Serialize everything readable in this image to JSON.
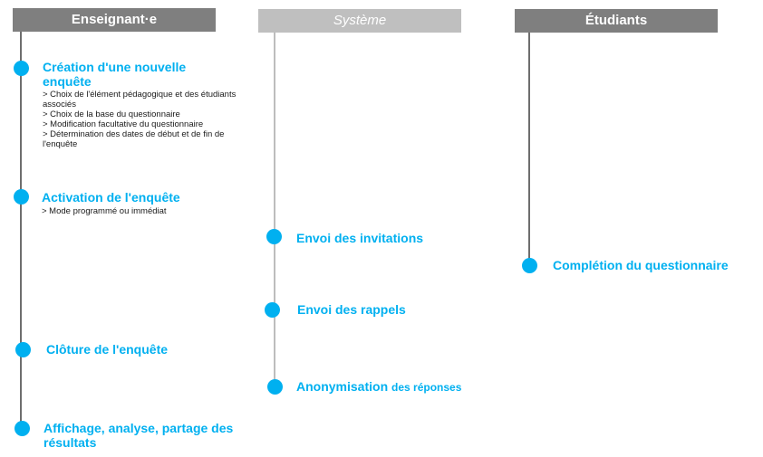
{
  "lanes": {
    "teacher": "Enseignant·e",
    "system": "Système",
    "students": "Étudiants"
  },
  "teacher_steps": [
    {
      "title": "Création d'une nouvelle enquête",
      "details": [
        "> Choix de l'élément pédagogique et des étudiants associés",
        "> Choix de la base du questionnaire",
        "> Modification facultative du questionnaire",
        "> Détermination des dates de début et de fin de l'enquête"
      ]
    },
    {
      "title": "Activation de l'enquête",
      "details": [
        "> Mode programmé ou immédiat"
      ]
    },
    {
      "title": "Clôture de l'enquête"
    },
    {
      "title": "Affichage, analyse, partage des résultats"
    }
  ],
  "system_steps": [
    {
      "title": "Envoi des invitations"
    },
    {
      "title": "Envoi des rappels"
    },
    {
      "title": "Anonymisation",
      "title_suffix": "des réponses"
    }
  ],
  "student_steps": [
    {
      "title": "Complétion du questionnaire"
    }
  ],
  "colors": {
    "accent": "#00b0f0",
    "header_dark": "#7f7f7f",
    "header_light": "#bfbfbf"
  }
}
